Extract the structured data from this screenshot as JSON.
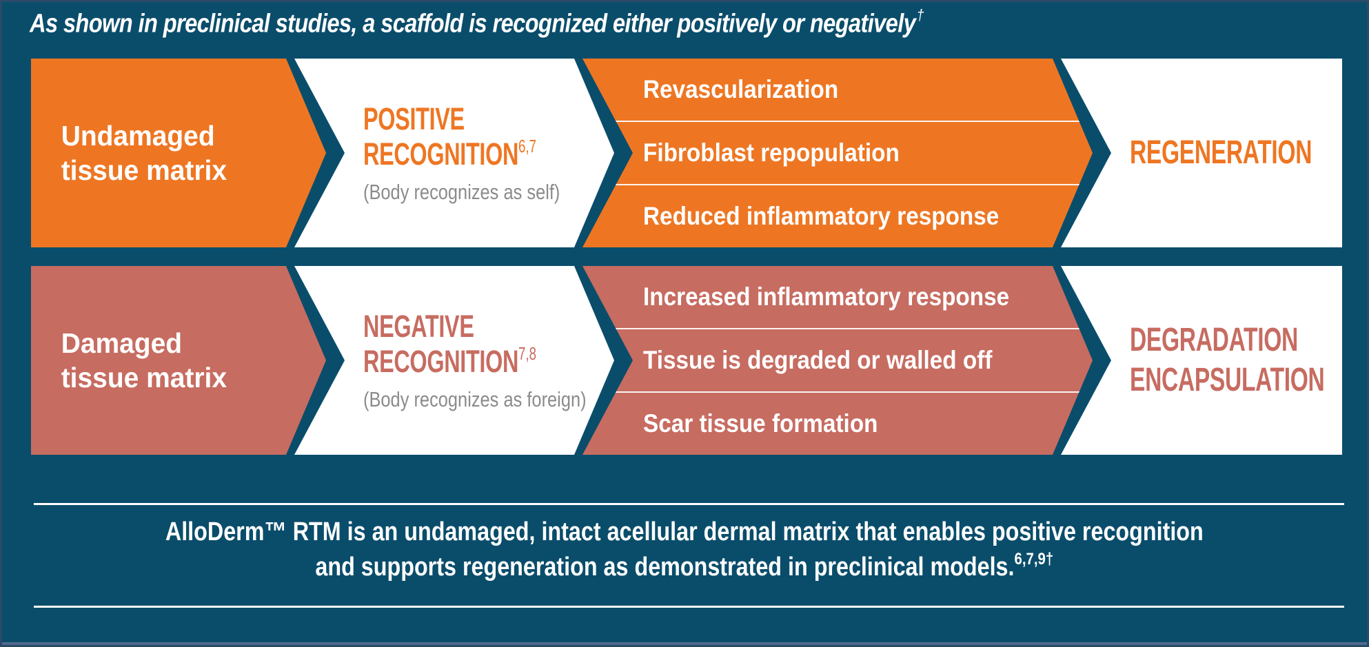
{
  "title": {
    "text": "As shown in preclinical studies, a scaffold is recognized either positively or negatively",
    "dagger": "†"
  },
  "rows": [
    {
      "matrix_line1": "Undamaged",
      "matrix_line2": "tissue matrix",
      "recognition_line1": "POSITIVE",
      "recognition_line2": "RECOGNITION",
      "recognition_refs": "6,7",
      "recognition_sub": "(Body recognizes as self)",
      "outcomes": [
        "Revascularization",
        "Fibroblast repopulation",
        "Reduced inflammatory response"
      ],
      "result_line1": "REGENERATION",
      "result_line2": ""
    },
    {
      "matrix_line1": "Damaged",
      "matrix_line2": "tissue matrix",
      "recognition_line1": "NEGATIVE",
      "recognition_line2": "RECOGNITION",
      "recognition_refs": "7,8",
      "recognition_sub": "(Body recognizes as foreign)",
      "outcomes": [
        "Increased inflammatory response",
        "Tissue is degraded or walled off",
        "Scar tissue formation"
      ],
      "result_line1": "DEGRADATION",
      "result_line2": "ENCAPSULATION"
    }
  ],
  "footer": {
    "line1": "AlloDerm™ RTM is an undamaged, intact acellular dermal matrix that enables positive recognition",
    "line2_text": "and supports regeneration as demonstrated in preclinical models.",
    "refs": "6,7,9†"
  },
  "colors": {
    "background": "#0a4d6b",
    "border": "#2b4a69",
    "positive_accent": "#ee7623",
    "negative_accent": "#c76c61",
    "muted_text": "#8b8b8d",
    "white": "#ffffff",
    "bottom_strip": "#4f6a8c"
  }
}
